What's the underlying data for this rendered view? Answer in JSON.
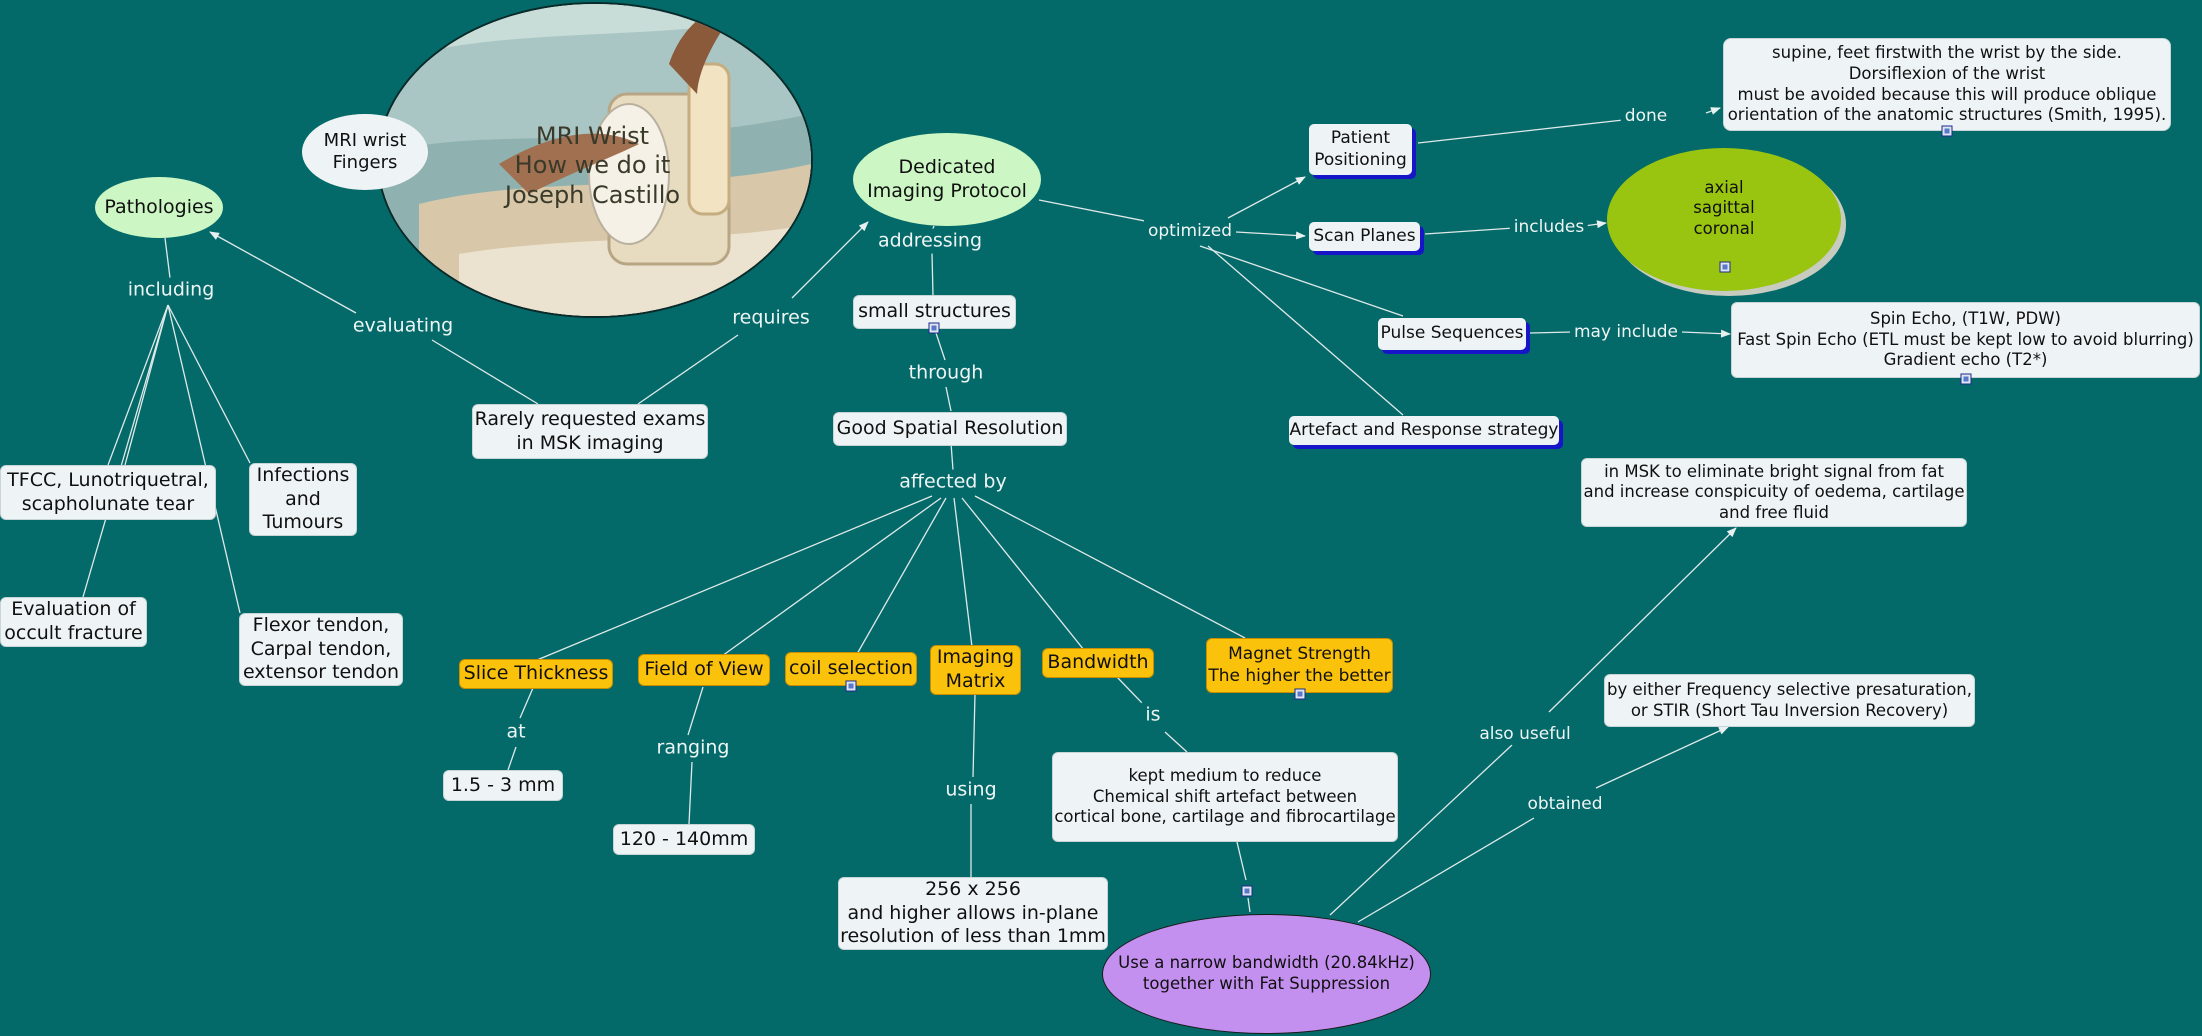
{
  "title_node": "MRI Wrist\nHow we do it\nJoseph Castillo",
  "mri_wrist_fingers": "MRI wrist\nFingers",
  "pathologies": "Pathologies",
  "rarely_requested": "Rarely requested exams\nin MSK imaging",
  "dedicated_protocol": "Dedicated\nImaging Protocol",
  "small_structures": "small structures",
  "good_spatial": "Good Spatial Resolution",
  "patient_positioning": "Patient\nPositioning",
  "scan_planes": "Scan Planes",
  "pulse_sequences": "Pulse Sequences",
  "artefact_strategy": "Artefact and Response strategy",
  "positioning_note": "supine, feet firstwith the wrist by the side.\nDorsiflexion of the wrist\nmust be avoided because this will produce oblique\norientation of the anatomic structures (Smith, 1995).",
  "planes_list": "axial\nsagittal\ncoronal",
  "sequences_list": "Spin Echo, (T1W, PDW)\nFast Spin Echo (ETL must be kept low to avoid blurring)\nGradient echo (T2*)",
  "pathology_items": {
    "tfcc": "TFCC, Lunotriquetral,\nscapholunate tear",
    "infections": "Infections\nand\nTumours",
    "evaluation": "Evaluation of\noccult fracture",
    "flexor": "Flexor tendon,\nCarpal tendon,\nextensor tendon"
  },
  "factors": {
    "slice_thickness": "Slice Thickness",
    "field_of_view": "Field of View",
    "coil_selection": "coil selection",
    "imaging_matrix": "Imaging\nMatrix",
    "bandwidth": "Bandwidth",
    "magnet_strength": "Magnet Strength\nThe higher the better"
  },
  "values": {
    "slice_range": "1.5 - 3 mm",
    "fov_range": "120 - 140mm",
    "matrix_note": "256 x 256\nand higher allows in-plane\nresolution of less than 1mm",
    "bandwidth_note": "kept medium to reduce\nChemical shift artefact between\ncortical bone, cartilage and fibrocartilage",
    "narrow_bandwidth": "Use a narrow bandwidth (20.84kHz)\ntogether with Fat Suppression",
    "fat_note": "in MSK to eliminate bright signal from fat\nand increase conspicuity of oedema, cartilage\nand free fluid",
    "presaturation_note": "by either Frequency selective presaturation,\nor STIR (Short Tau Inversion Recovery)"
  },
  "link_labels": {
    "including": "including",
    "evaluating": "evaluating",
    "requires": "requires",
    "addressing": "addressing",
    "through": "through",
    "affected_by": "affected by",
    "optimized": "optimized",
    "done": "done",
    "includes": "includes",
    "may_include": "may include",
    "at": "at",
    "ranging": "ranging",
    "using": "using",
    "is": "is",
    "also_useful": "also useful",
    "obtained": "obtained"
  },
  "colors": {
    "background": "#046a69",
    "box_fill": "#eef4f5",
    "factor_fill": "#fbc20c",
    "green_ellipse": "#ccf7c4",
    "planes_fill": "#99c410",
    "purple_ellipse": "#c490f0",
    "shadow_blue": "#1616c8"
  },
  "icons": [
    "image-icon"
  ]
}
